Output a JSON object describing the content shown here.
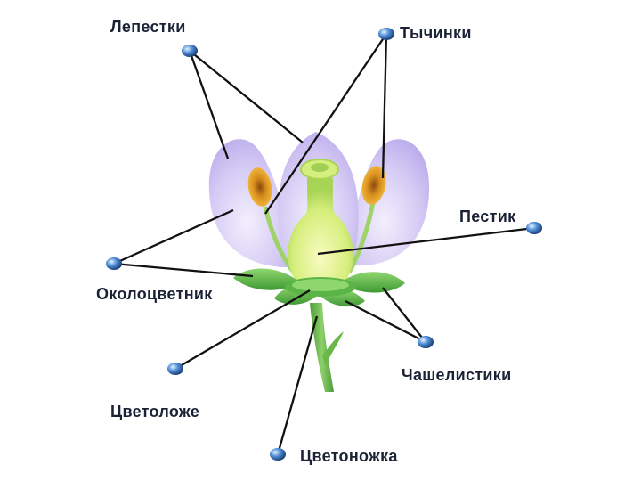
{
  "labels": {
    "petals": "Лепестки",
    "stamens": "Тычинки",
    "pistil": "Пестик",
    "perianth": "Околоцветник",
    "sepals": "Чашелистики",
    "receptacle": "Цветоложе",
    "pedicel": "Цветоножка"
  },
  "colors": {
    "petal": "#c9bcf0",
    "petal_light": "#ece6fb",
    "pistil": "#dff08a",
    "stamen_filament": "#9fd36a",
    "anther": "#f0a020",
    "leaf": "#5bb546",
    "stem": "#6ab84a",
    "line": "#111111",
    "dot": "#2f6fc0"
  }
}
